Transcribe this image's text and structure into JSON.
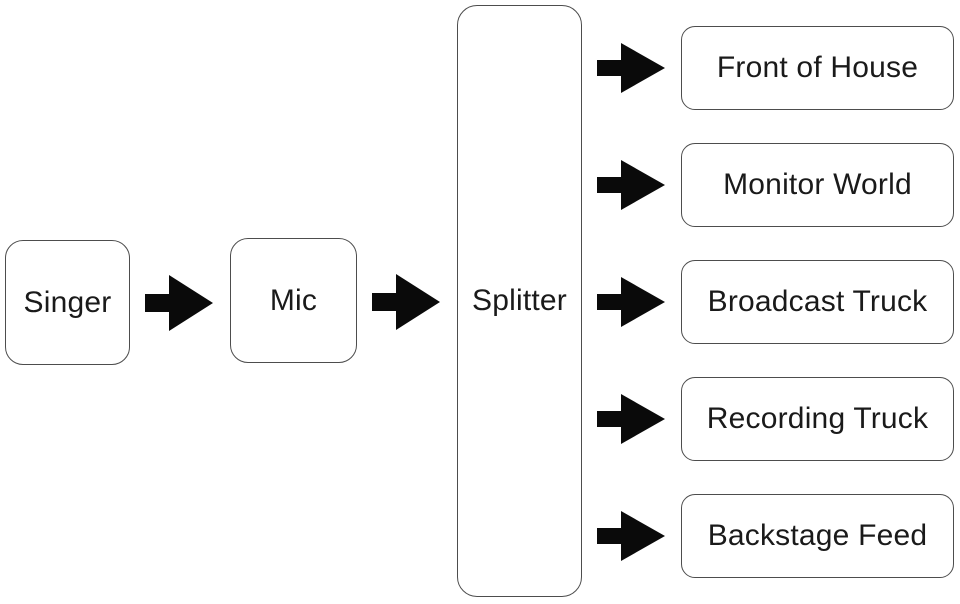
{
  "diagram": {
    "type": "flow-diagram",
    "background_color": "#ffffff",
    "node_fill_color": "#ffffff",
    "node_border_color": "#4d4d4d",
    "text_color": "#1a1a1a",
    "arrow_color": "#0a0a0a",
    "nodes": {
      "singer": {
        "label": "Singer"
      },
      "mic": {
        "label": "Mic"
      },
      "splitter": {
        "label": "Splitter"
      },
      "outputs": [
        {
          "label": "Front of House"
        },
        {
          "label": "Monitor World"
        },
        {
          "label": "Broadcast Truck"
        },
        {
          "label": "Recording Truck"
        },
        {
          "label": "Backstage Feed"
        }
      ]
    },
    "edges": [
      {
        "from": "Singer",
        "to": "Mic"
      },
      {
        "from": "Mic",
        "to": "Splitter"
      },
      {
        "from": "Splitter",
        "to": "Front of House"
      },
      {
        "from": "Splitter",
        "to": "Monitor World"
      },
      {
        "from": "Splitter",
        "to": "Broadcast Truck"
      },
      {
        "from": "Splitter",
        "to": "Recording Truck"
      },
      {
        "from": "Splitter",
        "to": "Backstage Feed"
      }
    ]
  }
}
